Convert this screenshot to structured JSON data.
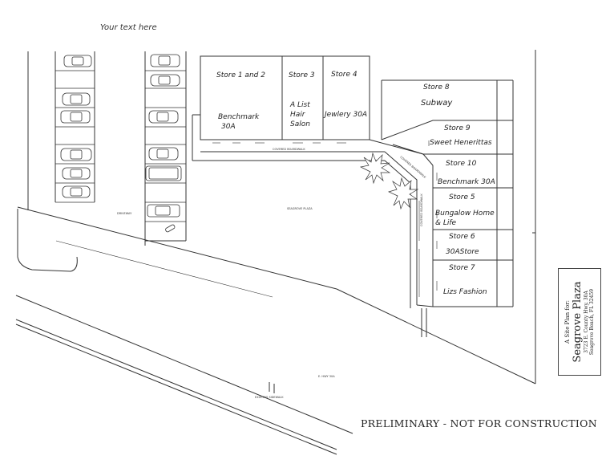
{
  "header_note": "Your text here",
  "footer_note": "PRELIMINARY - NOT FOR CONSTRUCTION",
  "title_block": {
    "subtitle": "A Site Plan for:",
    "title": "Seagrove Plaza",
    "address_line1": "3723 E. County Hwy. 30A",
    "address_line2": "Seagrove Beach, FL 32459"
  },
  "stores": {
    "store_1_2": {
      "label": "Store 1 and 2",
      "tenant": [
        "Benchmark",
        "30A"
      ]
    },
    "store_3": {
      "label": "Store 3",
      "tenant": [
        "A List",
        "Hair",
        "Salon"
      ]
    },
    "store_4": {
      "label": "Store 4",
      "tenant": [
        "Jewlery 30A"
      ]
    },
    "store_8": {
      "label": "Store 8",
      "tenant": [
        "Subway"
      ]
    },
    "store_9": {
      "label": "Store 9",
      "tenant": [
        "Sweet Henerittas"
      ]
    },
    "store_10": {
      "label": "Store 10",
      "tenant": [
        "Benchmark 30A"
      ]
    },
    "store_5": {
      "label": "Store 5",
      "tenant": [
        "Bungalow Home",
        "& Life"
      ]
    },
    "store_6": {
      "label": "Store 6",
      "tenant": [
        "30AStore"
      ]
    },
    "store_7": {
      "label": "Store 7",
      "tenant": [
        "Lizs Fashion"
      ]
    }
  },
  "site_labels": {
    "boardwalk_top": "COVERED BOARDWALK",
    "boardwalk_side": "COVERED BOARDWALK",
    "boardwalk_corner": "COVERED BOARDWALK",
    "plaza": "SEAGROVE PLAZA",
    "driveway": "DRIVEWAY",
    "highway": "E. HWY 30A",
    "sidewalk": "EXISTING SIDEWALK"
  },
  "colors": {
    "line": "#333333",
    "paper": "#ffffff"
  }
}
